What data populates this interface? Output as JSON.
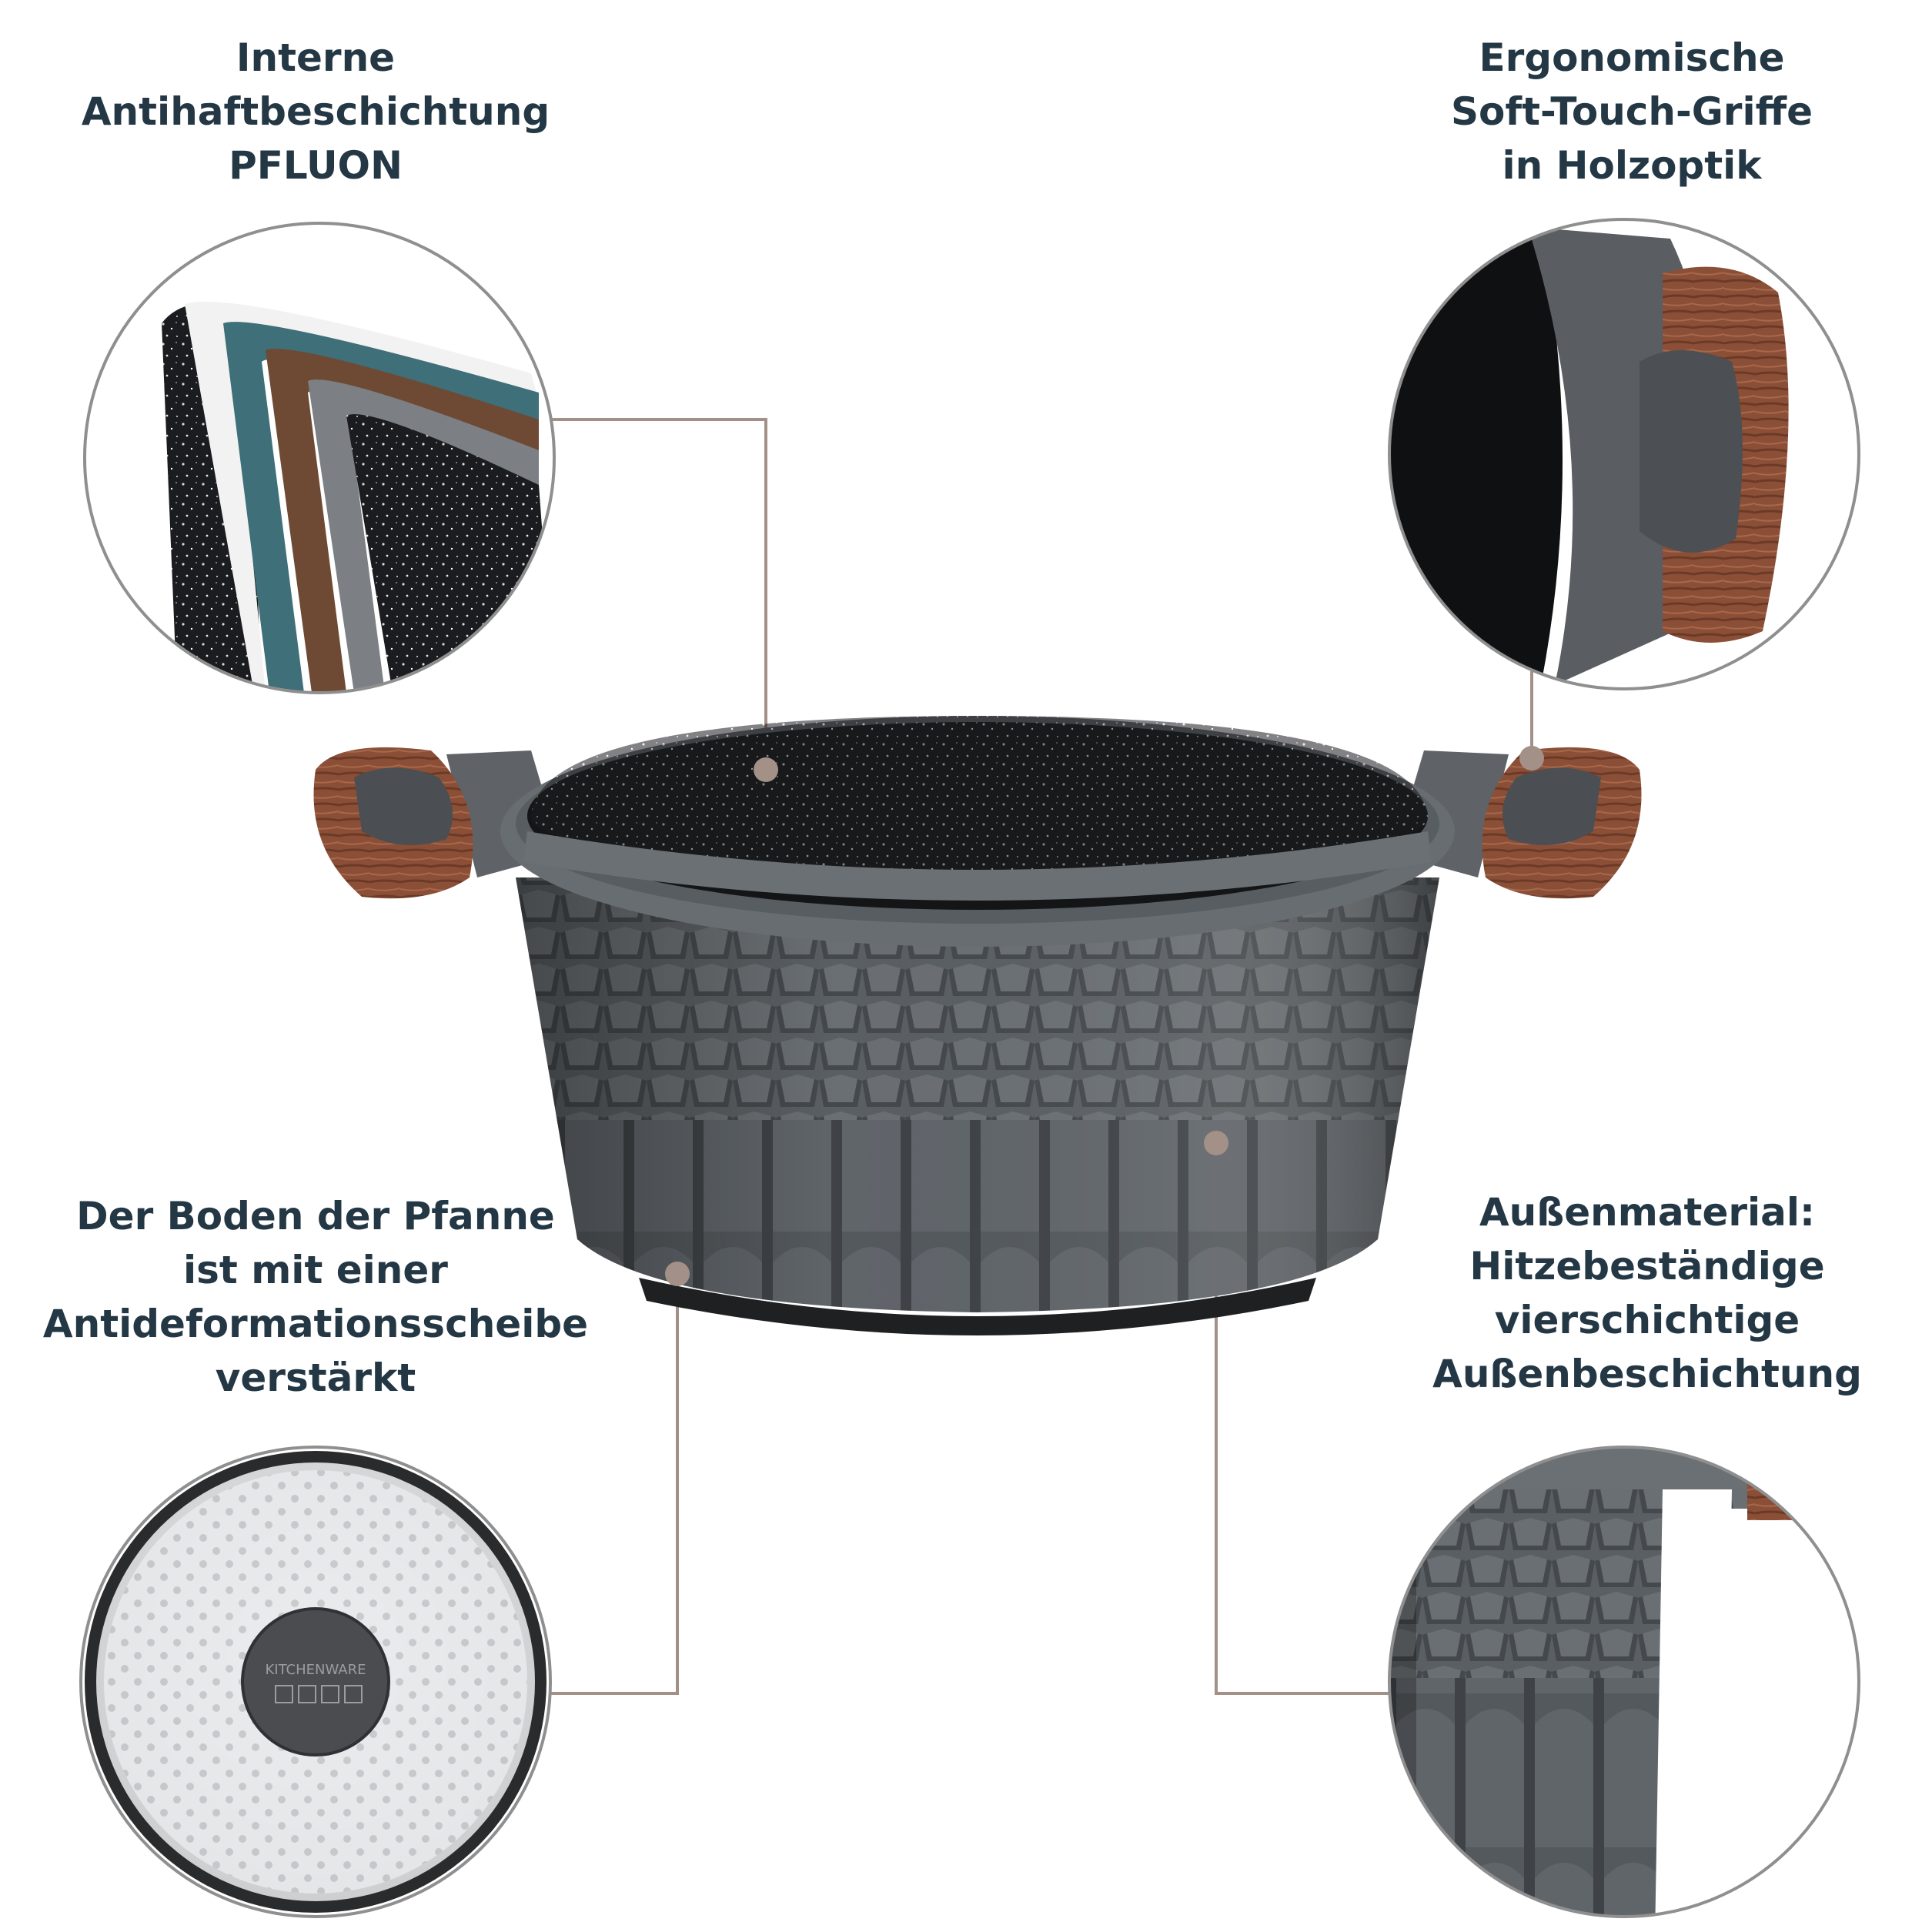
{
  "colors": {
    "caption_text": "#243744",
    "leader_line": "#a39188",
    "circle_outline": "#8f8f8f",
    "pot_gray": "#5b6064",
    "pot_dark": "#1c1d1f",
    "wood": "#8a4e36"
  },
  "callouts": {
    "coating": {
      "lines": [
        "Interne",
        "Antihaftbeschichtung",
        "PFLUON"
      ]
    },
    "handles": {
      "lines": [
        "Ergonomische",
        "Soft-Touch-Griffe",
        "in Holzoptik"
      ]
    },
    "base": {
      "lines": [
        "Der Boden der Pfanne",
        "ist mit einer",
        "Antideformationsscheibe",
        "verstärkt"
      ]
    },
    "exterior": {
      "lines": [
        "Außenmaterial:",
        "Hitzebeständige",
        "vierschichtige",
        "Außenbeschichtung"
      ]
    }
  },
  "base_plate": {
    "brand_text": "KITCHENWARE"
  }
}
